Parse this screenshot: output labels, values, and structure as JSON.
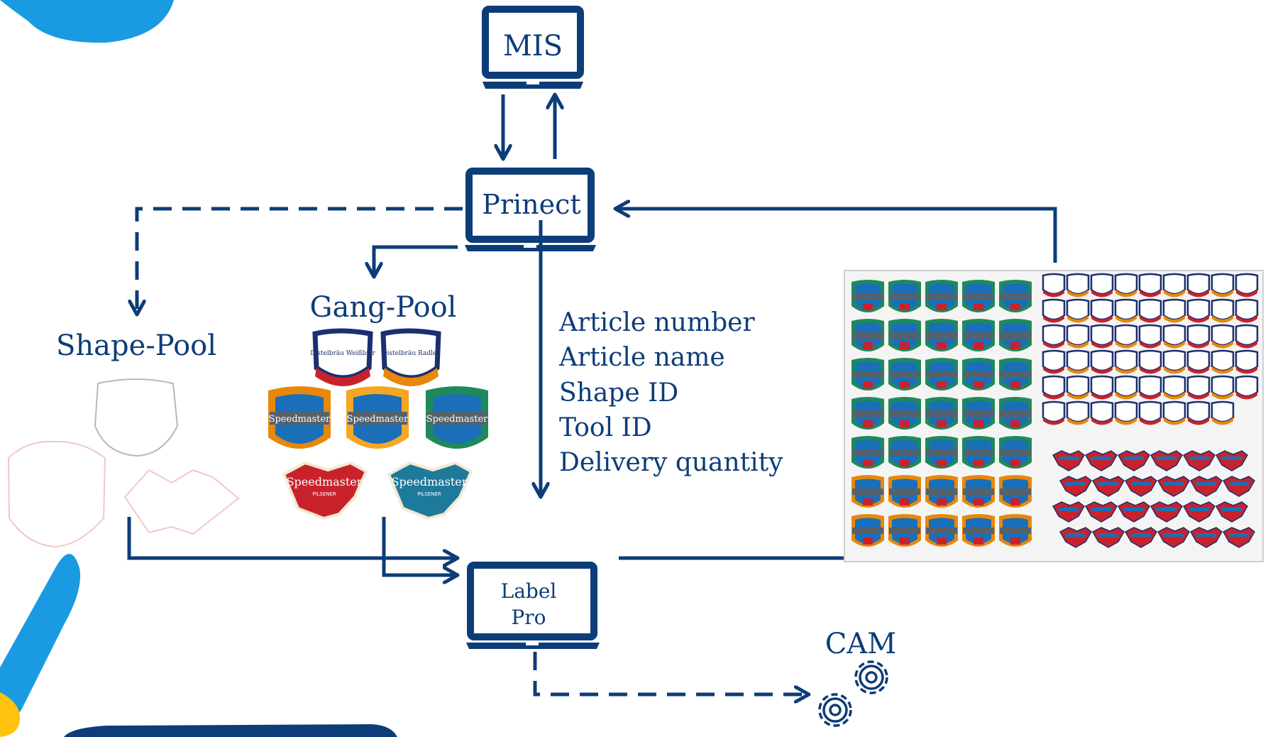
{
  "nodes": {
    "mis": "MIS",
    "prinect": "Prinect",
    "label_pro_line1": "Label",
    "label_pro_line2": "Pro",
    "cam": "CAM",
    "shape_pool": "Shape-Pool",
    "gang_pool": "Gang-Pool"
  },
  "data_fields": [
    "Article number",
    "Article name",
    "Shape ID",
    "Tool ID",
    "Delivery quantity"
  ],
  "badges": {
    "top_row": [
      "Distelbräu Weißbier",
      "Distelbräu Radler"
    ],
    "brand": "Speedmaster",
    "subline": "PILSENER"
  },
  "colors": {
    "primary": "#0d3d78",
    "accent_blue": "#1a9ae0",
    "accent_yellow": "#ffc20e",
    "badge_orange": "#e8870a",
    "badge_green": "#1e8a5a",
    "badge_red": "#c8232c"
  }
}
